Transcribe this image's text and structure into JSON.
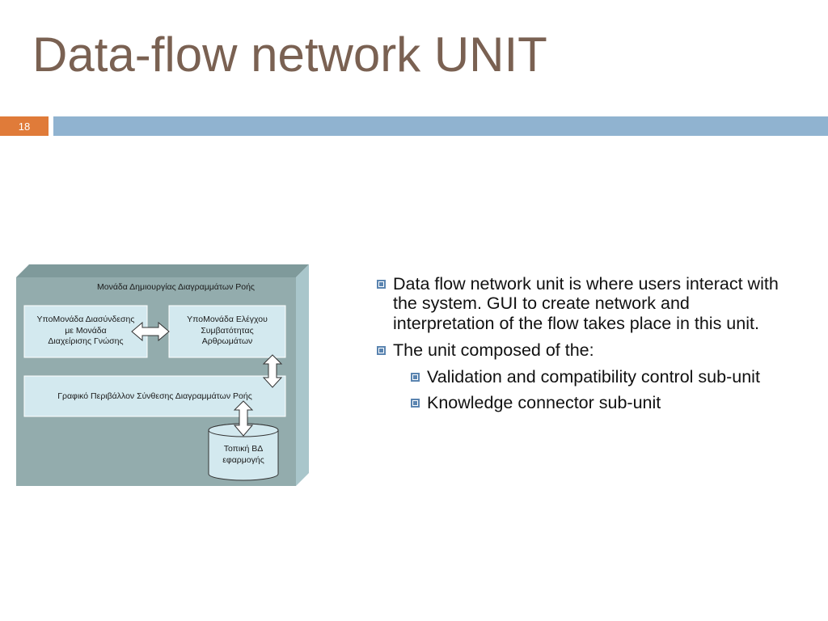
{
  "slide": {
    "title": "Data-flow network UNIT",
    "number": "18"
  },
  "diagram": {
    "outer_label": "Μονάδα Δημιουργίας Διαγραμμάτων Ροής",
    "box_left_lines": [
      "ΥποΜονάδα Διασύνδεσης",
      "με Μονάδα",
      "Διαχείρισης Γνώσης"
    ],
    "box_right_lines": [
      "ΥποΜονάδα Ελέγχου",
      "Συμβατότητας",
      "Αρθρωμάτων"
    ],
    "box_bottom_label": "Γραφικό Περιβάλλον Σύνθεσης Διαγραμμάτων Ροής",
    "db_lines": [
      "Τοπική ΒΔ",
      "εφαρμογής"
    ],
    "colors": {
      "outer_front": "#93acad",
      "outer_top": "#7f9a9b",
      "outer_side": "#a9c6cb",
      "box_fill": "#d3e9ef"
    }
  },
  "bullets": {
    "items": [
      {
        "text": " Data flow network unit is where users interact with the system. GUI to create network and interpretation of the flow takes place in this unit."
      },
      {
        "text": " The unit composed of the:"
      }
    ],
    "subitems": [
      {
        "text": "Validation and compatibility control sub-unit"
      },
      {
        "text": "Knowledge connector sub-unit"
      }
    ]
  }
}
